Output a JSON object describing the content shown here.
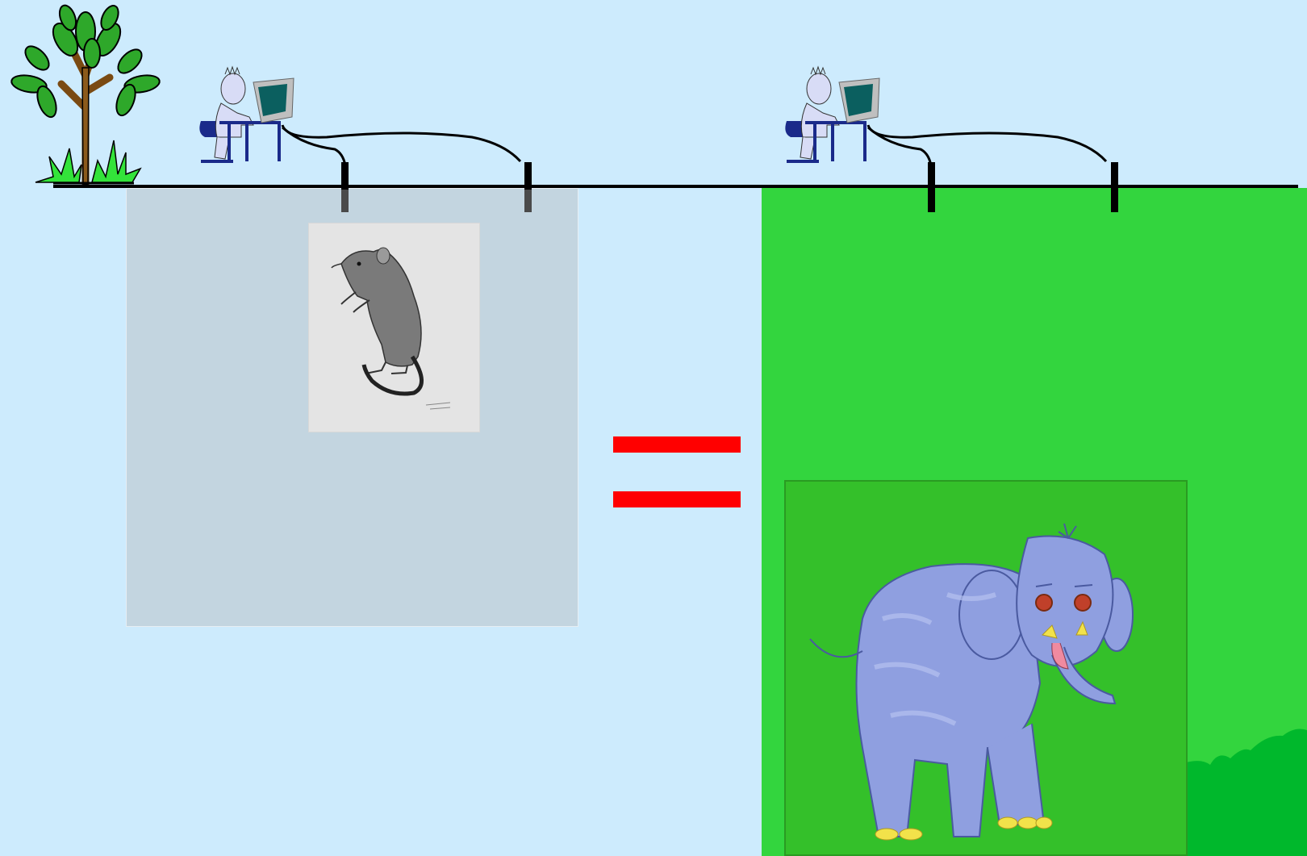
{
  "scene": {
    "icons": [
      "tree-icon",
      "computer-user-icon",
      "computer-user-icon",
      "rat-drawing",
      "elephant-drawing",
      "equals-sign"
    ],
    "colors": {
      "sky": "#cdebfd",
      "left_panel": "#c3d5e0",
      "right_panel": "#33d53e",
      "equals": "#ff0000",
      "line": "#000000"
    }
  }
}
